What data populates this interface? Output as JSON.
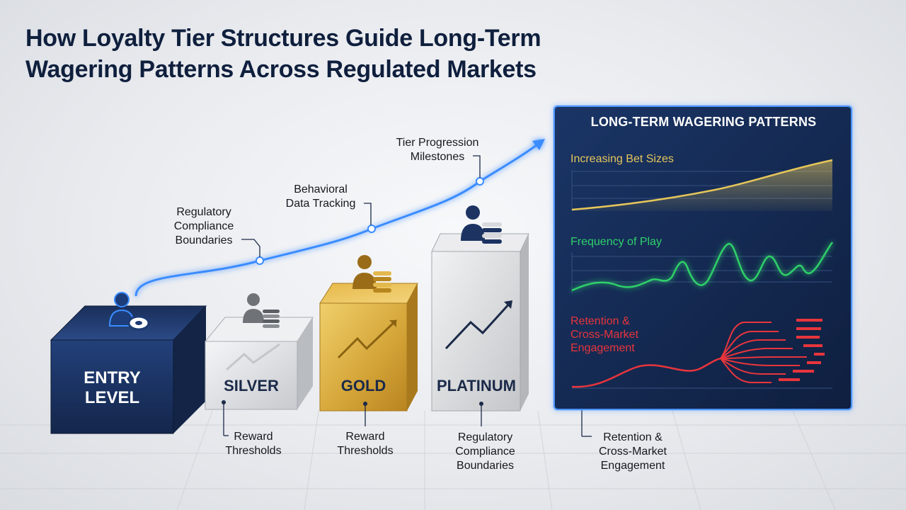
{
  "title": {
    "line1": "How Loyalty Tier Structures Guide Long-Term",
    "line2": "Wagering Patterns Across Regulated Markets"
  },
  "tiers": [
    {
      "line1": "ENTRY",
      "line2": "LEVEL",
      "color": "#1d3463"
    },
    {
      "line1": "SILVER",
      "color": "#d7d9dd"
    },
    {
      "line1": "GOLD",
      "color": "#d4a437"
    },
    {
      "line1": "PLATINUM",
      "color": "#d9dadc"
    }
  ],
  "curve_labels": {
    "compliance": [
      "Regulatory",
      "Compliance",
      "Boundaries"
    ],
    "behavioral": [
      "Behavioral",
      "Data Tracking"
    ],
    "milestones": [
      "Tier Progression",
      "Milestones"
    ]
  },
  "bottom_labels": {
    "silver": [
      "Reward",
      "Thresholds"
    ],
    "gold": [
      "Reward",
      "Thresholds"
    ],
    "platinum": [
      "Regulatory",
      "Compliance",
      "Boundaries"
    ],
    "panel": [
      "Retention &",
      "Cross-Market",
      "Engagement"
    ]
  },
  "panel": {
    "title": "LONG-TERM WAGERING PATTERNS",
    "bet_sizes": {
      "label": "Increasing Bet Sizes",
      "color": "#e6c65a"
    },
    "frequency": {
      "label": "Frequency of Play",
      "color": "#2fd06b"
    },
    "retention": {
      "line1": "Retention &",
      "line2": "Cross-Market",
      "line3": "Engagement",
      "color": "#e8353c"
    }
  },
  "colors": {
    "curve": "#3b8cff",
    "navy": "#0f1f3d"
  }
}
